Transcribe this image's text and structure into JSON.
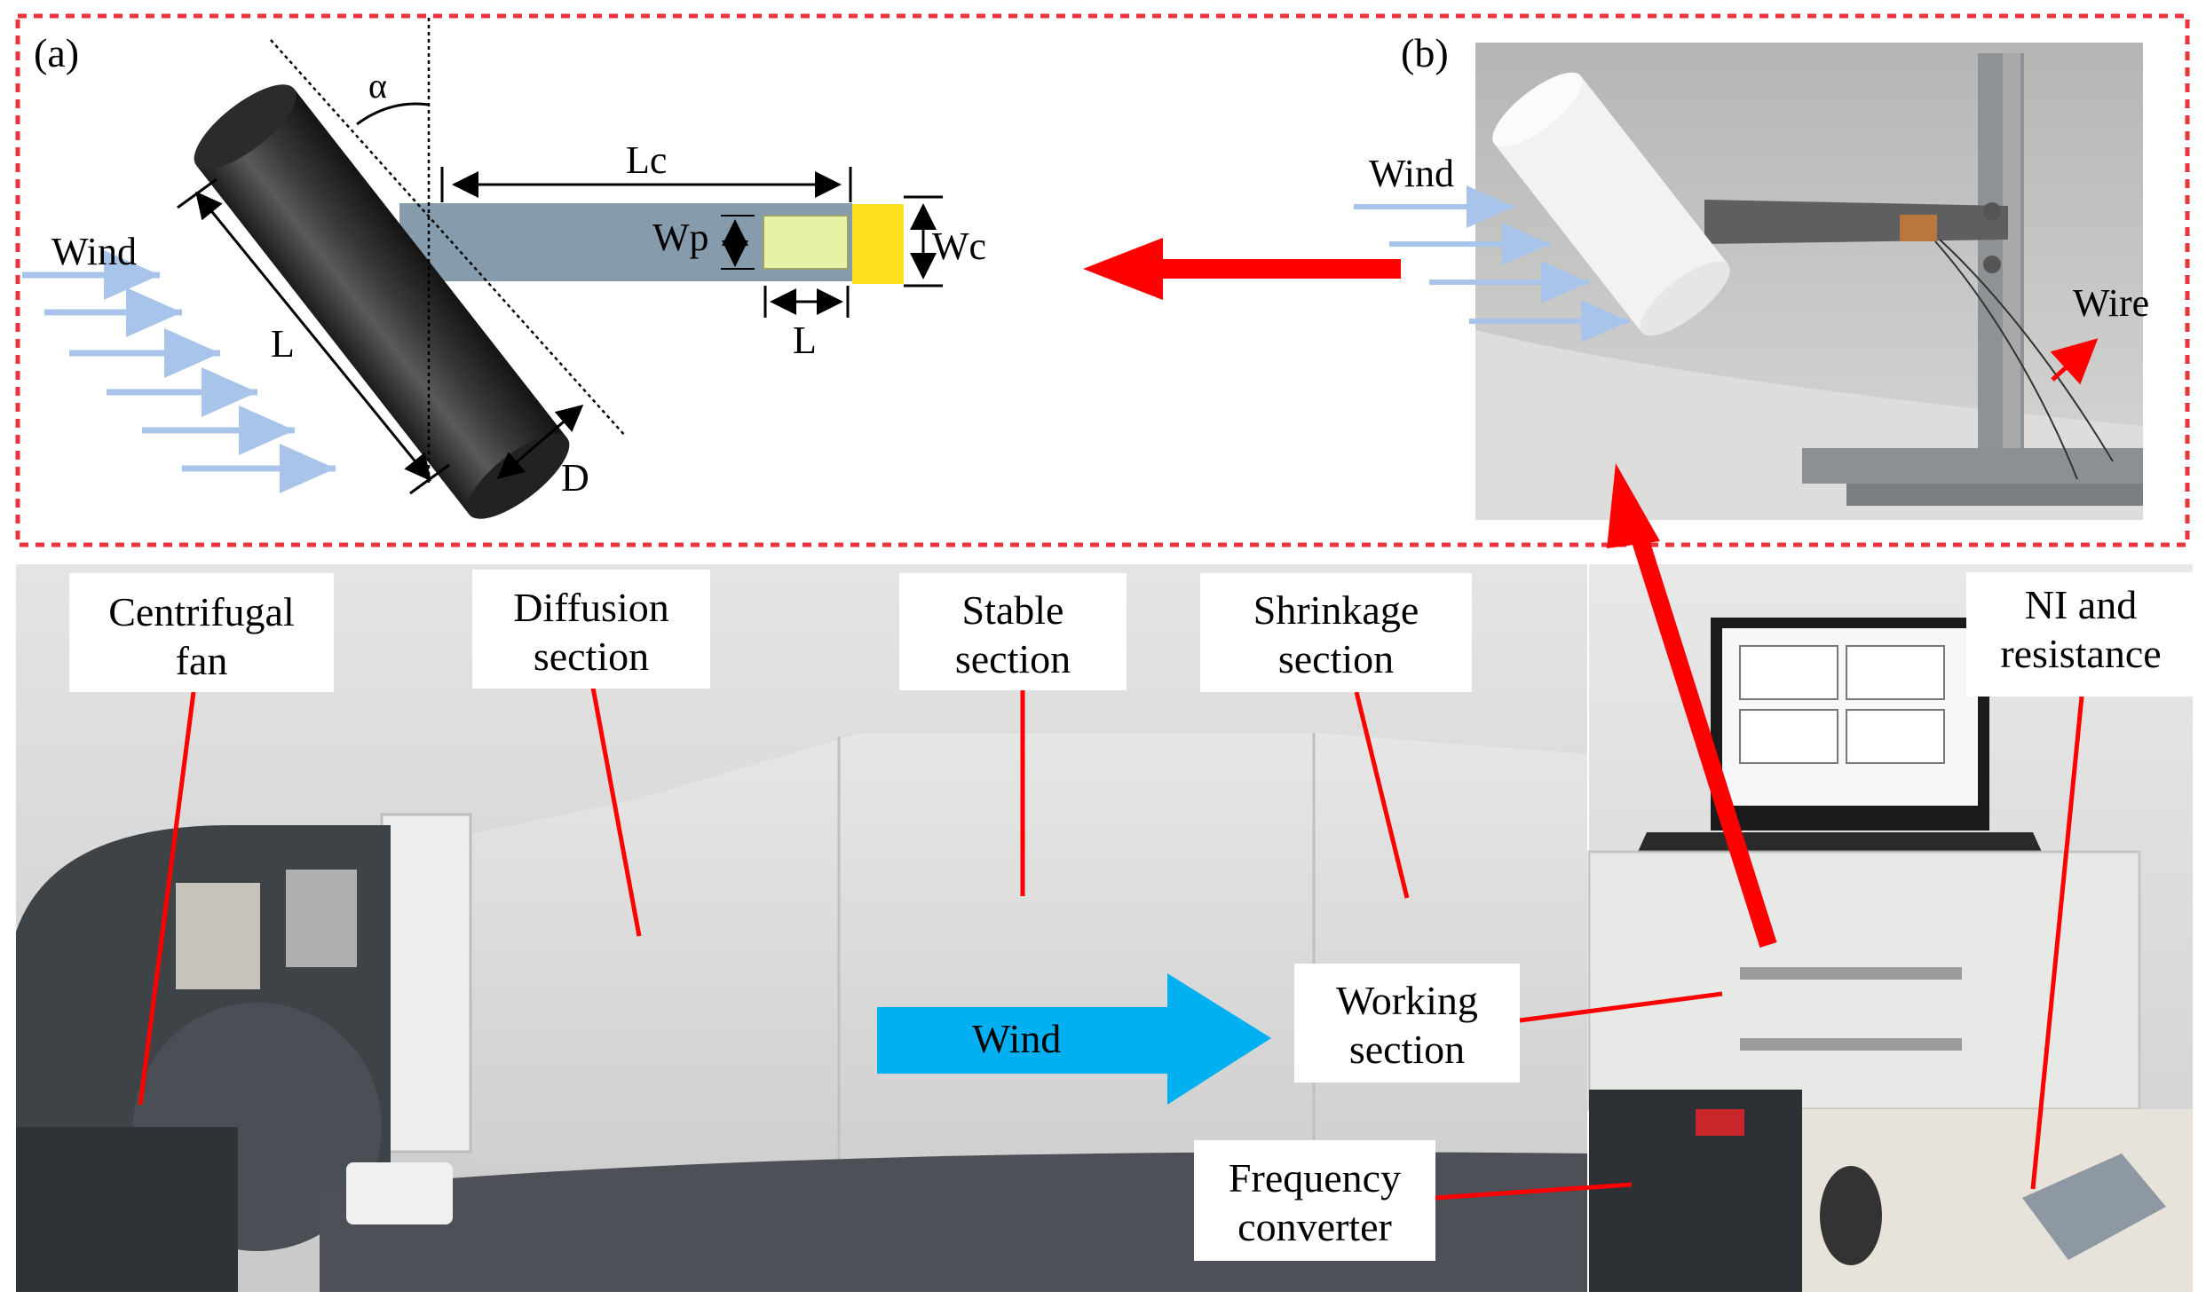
{
  "panel_a": {
    "label": "(a)",
    "angle": "α",
    "length_cylinder": "L",
    "length_beam": "Lc",
    "width_piezo": "Wp",
    "width_beam": "Wc",
    "length_piezo": "L",
    "diameter": "D",
    "wind": "Wind"
  },
  "panel_b": {
    "label": "(b)",
    "wind": "Wind",
    "wire": "Wire"
  },
  "setup": {
    "centrifugal_fan": [
      "Centrifugal",
      "fan"
    ],
    "diffusion_section": [
      "Diffusion",
      "section"
    ],
    "stable_section": [
      "Stable",
      "section"
    ],
    "shrinkage_section": [
      "Shrinkage",
      "section"
    ],
    "working_section": [
      "Working",
      "section"
    ],
    "frequency_converter": [
      "Frequency",
      "converter"
    ],
    "ni_resistance": [
      "NI and",
      "resistance"
    ],
    "wind": "Wind"
  },
  "colors": {
    "dashed_border": "#e8343c",
    "arrow_red": "#ff0000",
    "wind_lines": "#a9c4ea",
    "beam": "#7f96a6",
    "piezo": "#e6f3a6",
    "tip_mass": "#ffe020",
    "wind_arrow": "#00b0f0"
  }
}
